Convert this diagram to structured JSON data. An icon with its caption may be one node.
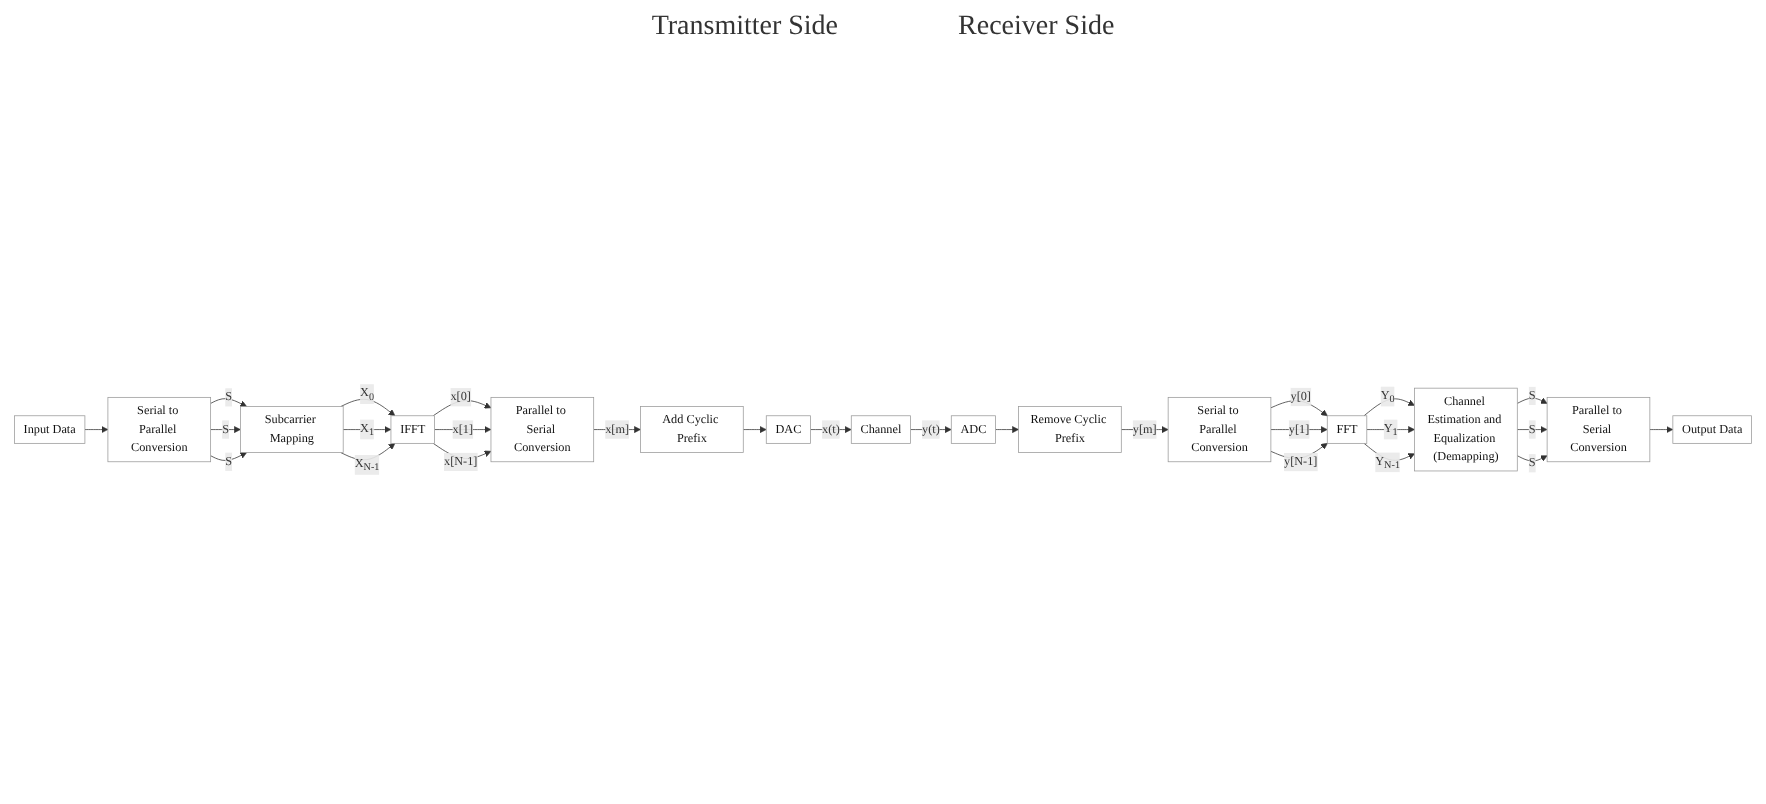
{
  "diagram": {
    "nodes": [
      {
        "text": [
          "Input Data"
        ]
      },
      {
        "text": [
          "Serial to Parallel Conversion"
        ]
      },
      {
        "text": [
          "Subcarrier Mapping"
        ]
      },
      {
        "text": [
          "IFFT"
        ]
      },
      {
        "text": [
          "Parallel to Serial Conversion"
        ]
      },
      {
        "text": [
          "Add Cyclic Prefix"
        ]
      },
      {
        "text": [
          "DAC"
        ]
      },
      {
        "text": [
          "Channel"
        ]
      },
      {
        "text": [
          "ADC"
        ]
      },
      {
        "text": [
          "Remove Cyclic Prefix"
        ]
      },
      {
        "text": [
          "Serial to Parallel Conversion"
        ]
      },
      {
        "text": [
          "FFT"
        ]
      },
      {
        "text": [
          "Channel Estimation and Equalization (Demapping)"
        ]
      },
      {
        "text": [
          "Parallel to Serial Conversion"
        ]
      },
      {
        "text": [
          "Output Data"
        ]
      }
    ],
    "edges": [
      {
        "from": 0,
        "to": 1,
        "arrow": "to"
      },
      {
        "from": 1,
        "to": 2,
        "arrow": "to",
        "label": "S"
      },
      {
        "from": 1,
        "to": 2,
        "arrow": "to",
        "label": "S"
      },
      {
        "from": 1,
        "to": 2,
        "arrow": "to",
        "label": "S"
      },
      {
        "from": 2,
        "to": 3,
        "arrow": "to",
        "label": "X$_{0}$"
      },
      {
        "from": 2,
        "to": 3,
        "arrow": "to",
        "label": "X$_{1}$"
      },
      {
        "from": 2,
        "to": 3,
        "arrow": "to",
        "label": "X$_{N-1}$"
      },
      {
        "from": 3,
        "to": 4,
        "arrow": "to",
        "label": "x[0]"
      },
      {
        "from": 3,
        "to": 4,
        "arrow": "to",
        "label": "x[1]"
      },
      {
        "from": 3,
        "to": 4,
        "arrow": "to",
        "label": "x[N-1]"
      },
      {
        "from": 4,
        "to": 5,
        "arrow": "to",
        "label": "x[m]"
      },
      {
        "from": 5,
        "to": 6,
        "arrow": "to"
      },
      {
        "from": 6,
        "to": 7,
        "arrow": "to",
        "label": "x(t)"
      },
      {
        "from": 7,
        "to": 8,
        "arrow": "to",
        "label": "y(t)"
      },
      {
        "from": 8,
        "to": 9,
        "arrow": "to"
      },
      {
        "from": 9,
        "to": 10,
        "arrow": "to",
        "label": "y[m]"
      },
      {
        "from": 10,
        "to": 11,
        "arrow": "to",
        "label": "y[0]"
      },
      {
        "from": 10,
        "to": 11,
        "arrow": "to",
        "label": "y[1]"
      },
      {
        "from": 10,
        "to": 11,
        "arrow": "to",
        "label": "y[N-1]"
      },
      {
        "from": 11,
        "to": 12,
        "arrow": "to",
        "label": "Y$_{0}$"
      },
      {
        "from": 11,
        "to": 12,
        "arrow": "to",
        "label": "Y$_{1}$"
      },
      {
        "from": 11,
        "to": 12,
        "arrow": "to",
        "label": "Y$_{N-1}$"
      },
      {
        "from": 12,
        "to": 13,
        "arrow": "to",
        "label": "S"
      },
      {
        "from": 12,
        "to": 13,
        "arrow": "to",
        "label": "S"
      },
      {
        "from": 12,
        "to": 13,
        "arrow": "to",
        "label": "S"
      },
      {
        "from": 13,
        "to": 14,
        "arrow": "to"
      }
    ],
    "labels": [
      "Transmitter Side",
      "Receiver Side"
    ]
  }
}
